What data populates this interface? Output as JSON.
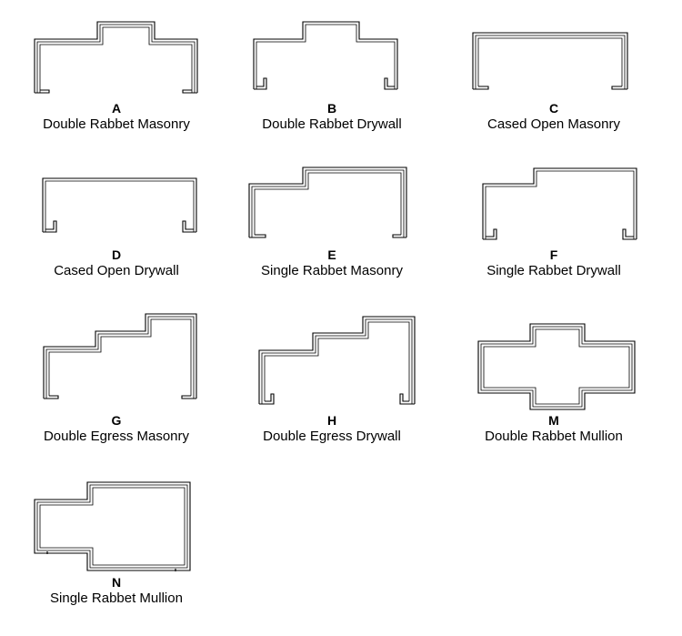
{
  "profiles": [
    {
      "letter": "A",
      "name": "Double Rabbet Masonry"
    },
    {
      "letter": "B",
      "name": "Double Rabbet Drywall"
    },
    {
      "letter": "C",
      "name": "Cased Open Masonry"
    },
    {
      "letter": "D",
      "name": "Cased Open Drywall"
    },
    {
      "letter": "E",
      "name": "Single Rabbet Masonry"
    },
    {
      "letter": "F",
      "name": "Single Rabbet Drywall"
    },
    {
      "letter": "G",
      "name": "Double Egress Masonry"
    },
    {
      "letter": "H",
      "name": "Double Egress Drywall"
    },
    {
      "letter": "M",
      "name": "Double Rabbet Mullion"
    },
    {
      "letter": "N",
      "name": "Single Rabbet Mullion"
    }
  ]
}
